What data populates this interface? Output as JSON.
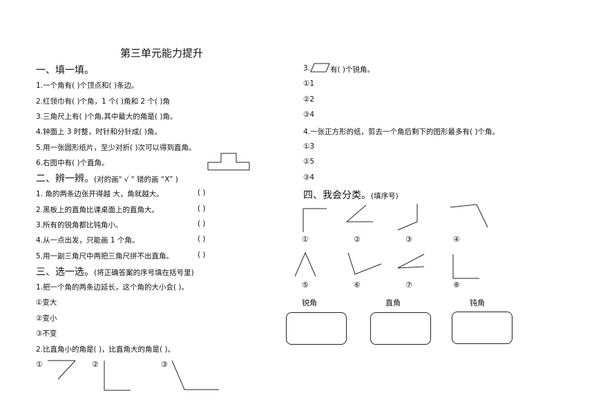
{
  "title": "第三单元能力提升",
  "section1": {
    "heading": "一、填一填。",
    "items": [
      "1.一个角有(            )个顶点和(           )条边。",
      "2.红领巾有(           )个角，1  个(           )角和 2 个(            )角",
      "3.三角尺上有(           )个角,其中最大的角是(                )角。",
      "4.钟面上 3 时整，时针和分针成(            )角。",
      "5.用一张圆形纸片，至少对折(            )次可以得到直角。",
      "6.右图中有(           )个直角。"
    ]
  },
  "section2": {
    "heading": "二、辨一辨。",
    "note": "(对的画\" √ \" 错的画 “X” )",
    "items": [
      "1. 角的两条边张开得越  大，角就越大。",
      "2.黑板上的直角比课桌面上的直角大。",
      "3.所有的锐角都比钝角小。",
      "4.从一点出发，只能画 1 个角。",
      "5.用一副三角尺中两把三角尺拼不出直角。"
    ],
    "bracket": "(            )"
  },
  "section3": {
    "heading": "三、选一选。",
    "note": "(将正确答案的序号填在括号里)",
    "q1": "1.把一个角的两条边延长，这个角的大小会(            )。",
    "q1_options": [
      "①变大",
      "②变小",
      "③不变"
    ],
    "q2": "2.比直角小的角是(            )，比直角大的角是(           )。",
    "q2_labels": [
      "①",
      "②",
      "③"
    ],
    "q3_prefix": "3.",
    "q3_text": "有(           )个锐角。",
    "q3_options": [
      "①1",
      "②2",
      "③4"
    ],
    "q4": "4.一张正方形的纸，剪去一个角后剩下的图形最多有(        )个角。",
    "q4_options": [
      "①3",
      "②5",
      "③4"
    ]
  },
  "section4": {
    "heading": "四、我会分类。",
    "note": "(填序号)",
    "labels": [
      "①",
      "②",
      "③",
      "④",
      "⑤",
      "⑥",
      "⑦",
      "⑧"
    ],
    "categories": [
      "锐角",
      "直角",
      "钝角"
    ]
  }
}
